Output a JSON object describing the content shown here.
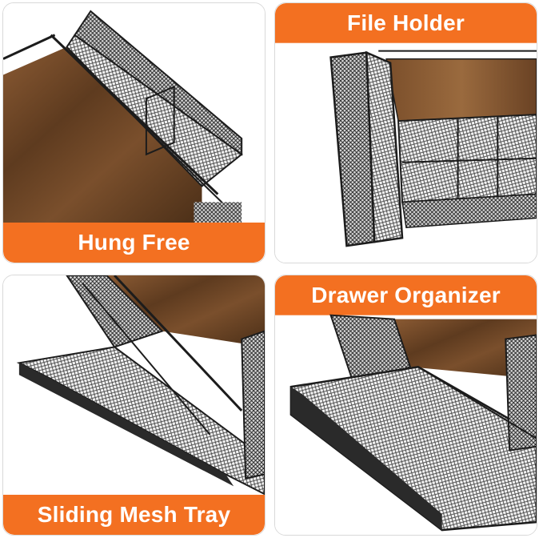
{
  "panels": [
    {
      "id": "hung-free",
      "caption": "Hung Free"
    },
    {
      "id": "file-holder",
      "caption": "File Holder"
    },
    {
      "id": "sliding-mesh-tray",
      "caption": "Sliding Mesh Tray"
    },
    {
      "id": "drawer-organizer",
      "caption": "Drawer Organizer"
    }
  ],
  "colors": {
    "accent": "#f37021",
    "wood": "#6b4526",
    "mesh": "#2a2a2a"
  }
}
